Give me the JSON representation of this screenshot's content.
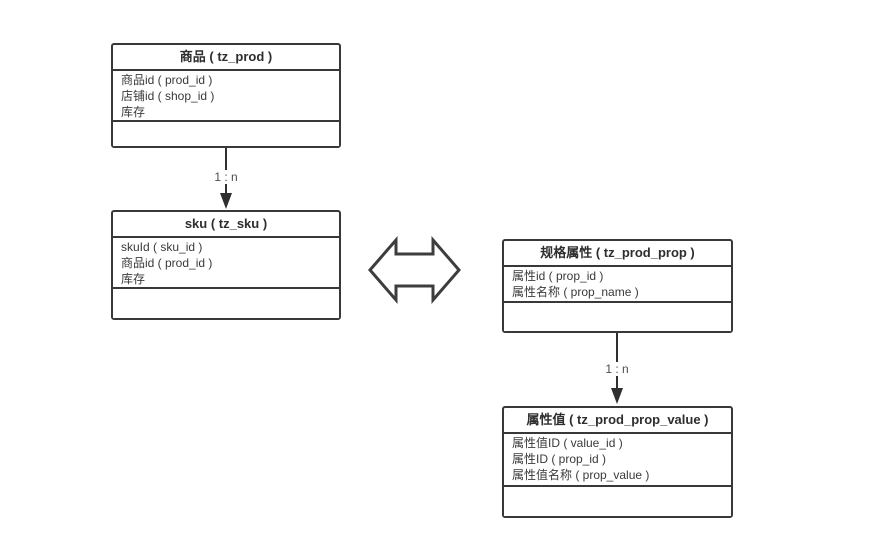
{
  "diagram": {
    "background_color": "#ffffff",
    "line_color": "#383838",
    "text_color": "#333333",
    "entities": [
      {
        "id": "prod",
        "title": "商品 ( tz_prod )",
        "fields": [
          "商品id ( prod_id )",
          "店铺id ( shop_id )",
          "库存"
        ]
      },
      {
        "id": "sku",
        "title": "sku ( tz_sku )",
        "fields": [
          "skuId ( sku_id )",
          "商品id ( prod_id )",
          "库存"
        ]
      },
      {
        "id": "prod-prop",
        "title": "规格属性 ( tz_prod_prop )",
        "fields": [
          "属性id ( prop_id )",
          "属性名称 ( prop_name )"
        ]
      },
      {
        "id": "prod-prop-value",
        "title": "属性值 ( tz_prod_prop_value )",
        "fields": [
          "属性值ID ( value_id )",
          "属性ID ( prop_id )",
          "属性值名称 ( prop_value )"
        ]
      }
    ],
    "relations": [
      {
        "from": "prod",
        "to": "sku",
        "label": "1 : n"
      },
      {
        "from": "prod-prop",
        "to": "prod-prop-value",
        "label": "1 : n"
      }
    ],
    "link_icon": "double-headed-horizontal-arrow"
  }
}
